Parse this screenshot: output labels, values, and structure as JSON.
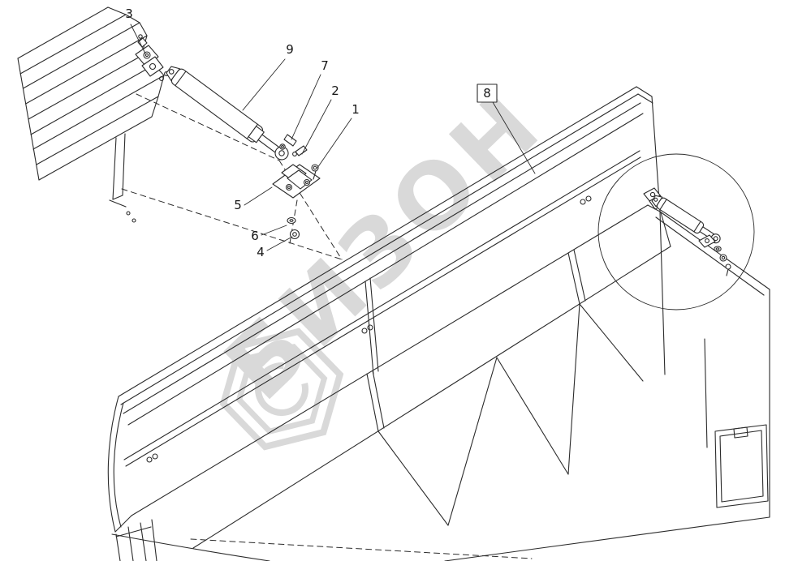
{
  "figure": {
    "type": "parts-diagram",
    "background": "#ffffff",
    "ink": "#2b2b2b",
    "watermark": {
      "text": "БИЗОН",
      "color": "#b4b4b4",
      "opacity": "0.5"
    },
    "callouts": [
      {
        "label": "1",
        "boxed": false
      },
      {
        "label": "2",
        "boxed": false
      },
      {
        "label": "3",
        "boxed": false
      },
      {
        "label": "4",
        "boxed": false
      },
      {
        "label": "5",
        "boxed": false
      },
      {
        "label": "6",
        "boxed": false
      },
      {
        "label": "7",
        "boxed": false
      },
      {
        "label": "8",
        "boxed": true
      },
      {
        "label": "9",
        "boxed": false
      }
    ]
  }
}
